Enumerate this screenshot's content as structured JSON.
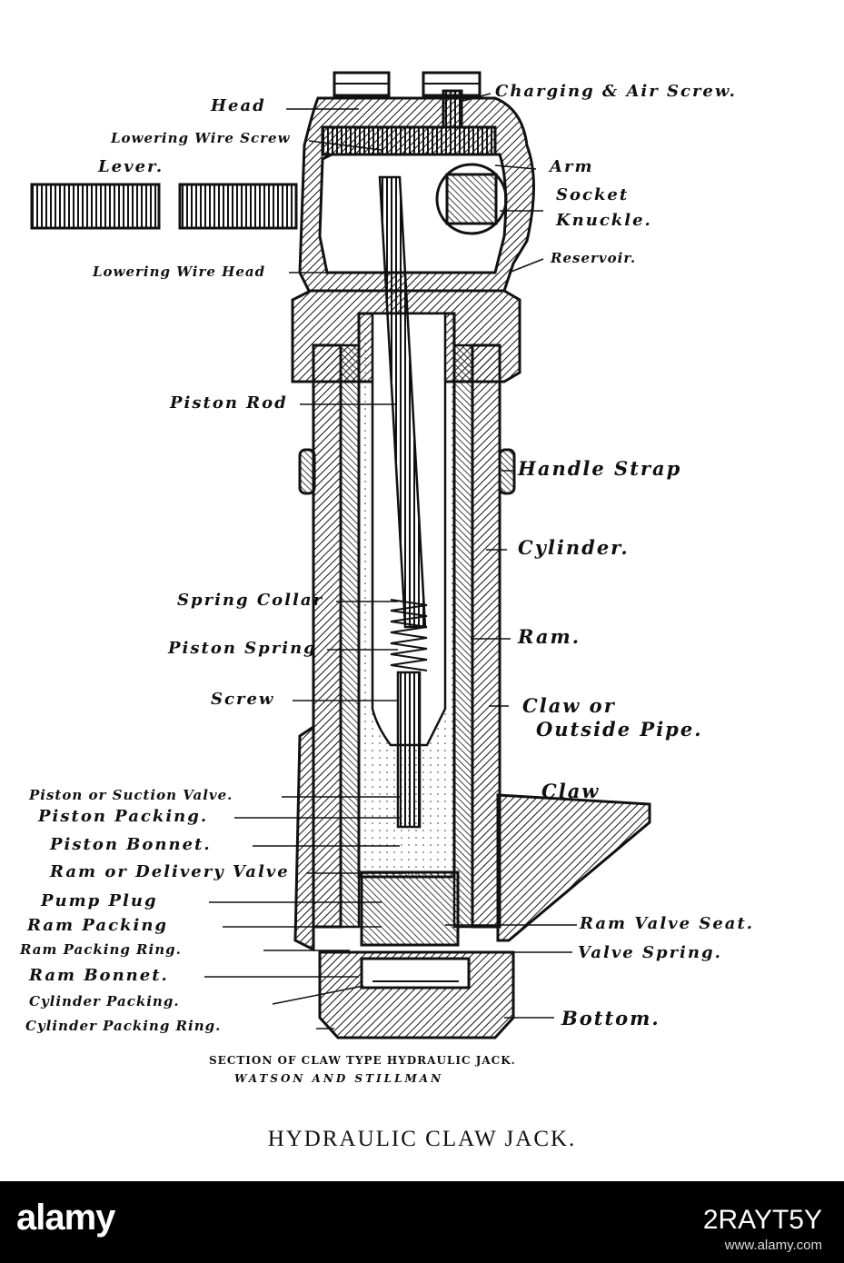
{
  "labels": {
    "head": "Head",
    "charging_air_screw": "Charging & Air Screw.",
    "lowering_wire_screw": "Lowering Wire Screw",
    "lever": "Lever.",
    "arm": "Arm",
    "socket": "Socket",
    "knuckle": "Knuckle.",
    "lowering_wire_head": "Lowering Wire Head",
    "reservoir": "Reservoir.",
    "piston_rod": "Piston Rod",
    "handle_strap": "Handle Strap",
    "cylinder": "Cylinder.",
    "spring_collar": "Spring Collar",
    "piston_spring": "Piston Spring",
    "ram": "Ram.",
    "screw": "Screw",
    "claw_or": "Claw or",
    "outside_pipe": "Outside Pipe.",
    "piston_suction_valve": "Piston or Suction Valve.",
    "claw": "Claw",
    "piston_packing": "Piston Packing.",
    "piston_bonnet": "Piston Bonnet.",
    "ram_delivery_valve": "Ram or Delivery Valve",
    "pump_plug": "Pump Plug",
    "ram_packing": "Ram Packing",
    "ram_valve_seat": "Ram Valve Seat.",
    "ram_packing_ring": "Ram Packing Ring.",
    "valve_spring": "Valve Spring.",
    "ram_bonnet": "Ram Bonnet.",
    "cylinder_packing": "Cylinder Packing.",
    "bottom": "Bottom.",
    "cylinder_packing_ring": "Cylinder Packing Ring."
  },
  "caption": {
    "section_line": "SECTION OF CLAW TYPE HYDRAULIC JACK.",
    "authors_line": "WATSON AND STILLMAN",
    "title": "HYDRAULIC CLAW JACK."
  },
  "watermark": {
    "logo": "alamy",
    "image_id": "2RAYT5Y",
    "url": "www.alamy.com"
  }
}
